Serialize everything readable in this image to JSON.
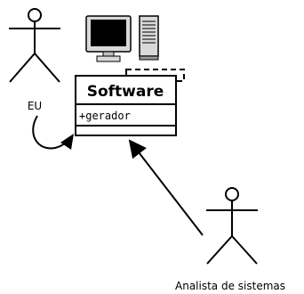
{
  "actors": {
    "eu": {
      "label": "EU"
    },
    "analyst": {
      "label": "Analista de sistemas"
    }
  },
  "class_box": {
    "name": "Software",
    "attribute": "+gerador"
  },
  "icons": {
    "computer": "computer-icon",
    "tower": "server-tower-icon"
  },
  "colors": {
    "stroke": "#000000",
    "background": "#ffffff"
  }
}
